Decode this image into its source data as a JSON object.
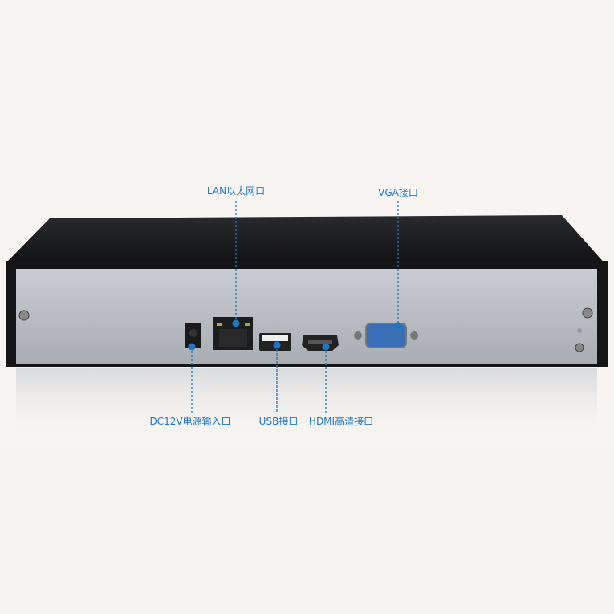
{
  "callouts": {
    "lan": "LAN以太网口",
    "vga": "VGA接口",
    "dc": "DC12V电源输入口",
    "usb": "USB接口",
    "hdmi": "HDMI高清接口"
  },
  "colors": {
    "callout": "#1f77c4",
    "chassis_top": "#1c1c1e",
    "panel": "#b9bcc1"
  }
}
